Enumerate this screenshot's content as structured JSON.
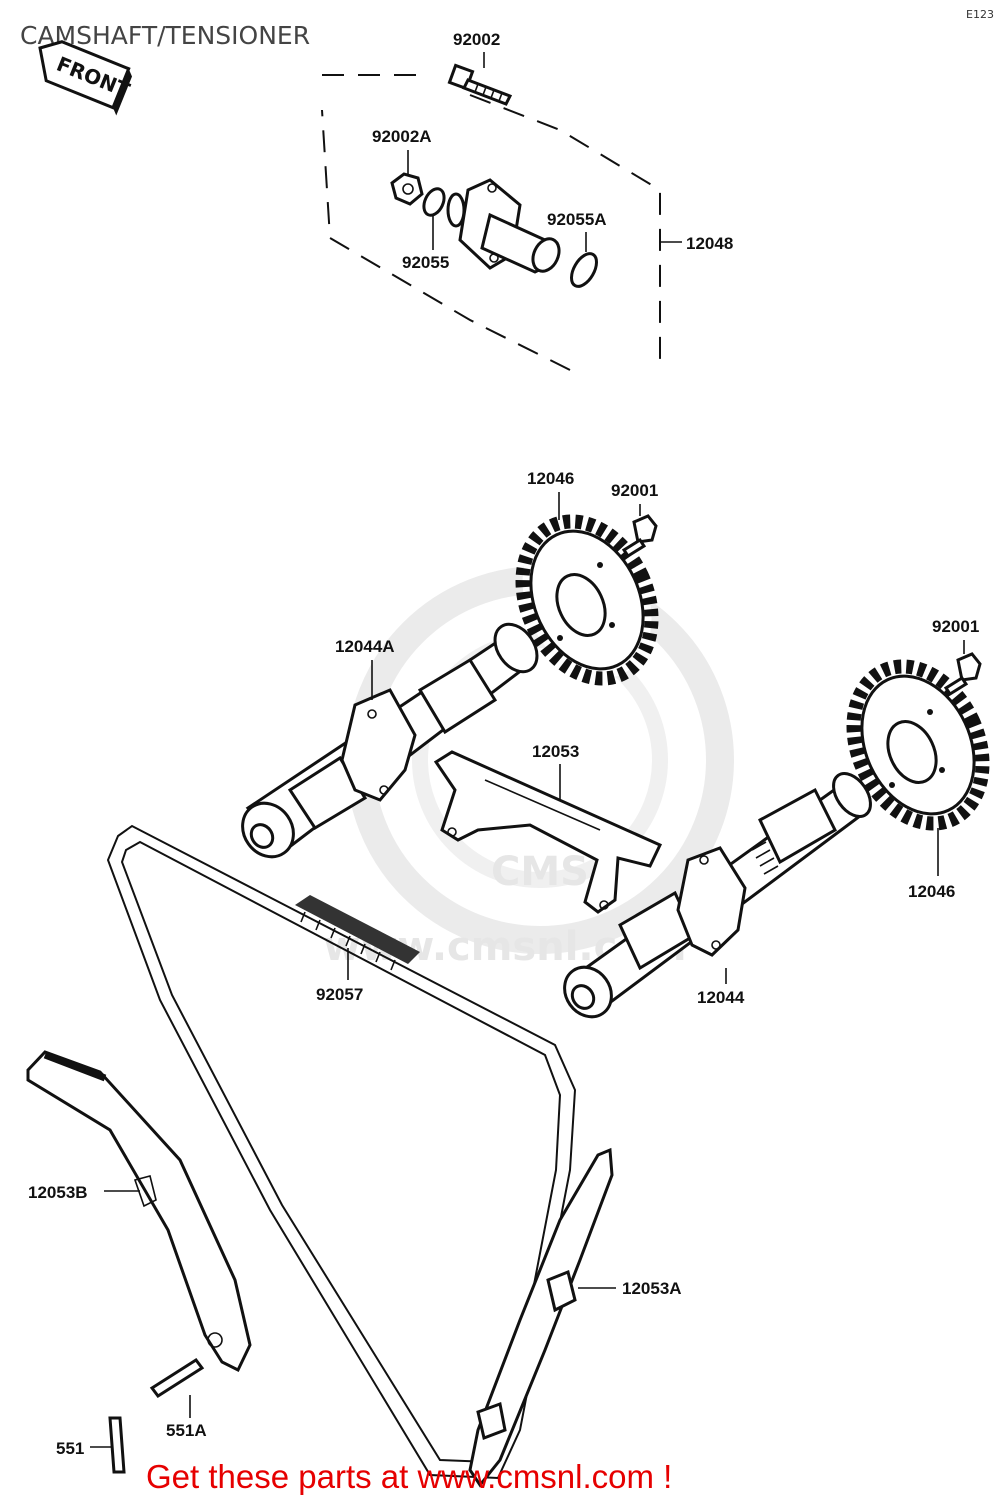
{
  "diagram": {
    "title": "CAMSHAFT/TENSIONER",
    "code": "E123",
    "front_marker": "FRONT",
    "watermark": "www.cmsnl.com",
    "watermark_logo": "CMS",
    "footer": "Get these parts at www.cmsnl.com !",
    "colors": {
      "footer": "#e60000",
      "watermark": "#e6e6e6",
      "lines": "#111111"
    },
    "labels": {
      "p92002": "92002",
      "p92002A": "92002A",
      "p92055": "92055",
      "p92055A": "92055A",
      "p12048": "12048",
      "p12046_top": "12046",
      "p92001_top": "92001",
      "p12044A": "12044A",
      "p92001_right": "92001",
      "p12053": "12053",
      "p12046_right": "12046",
      "p92057": "92057",
      "p12044": "12044",
      "p12053B": "12053B",
      "p12053A": "12053A",
      "p551A": "551A",
      "p551": "551"
    }
  }
}
